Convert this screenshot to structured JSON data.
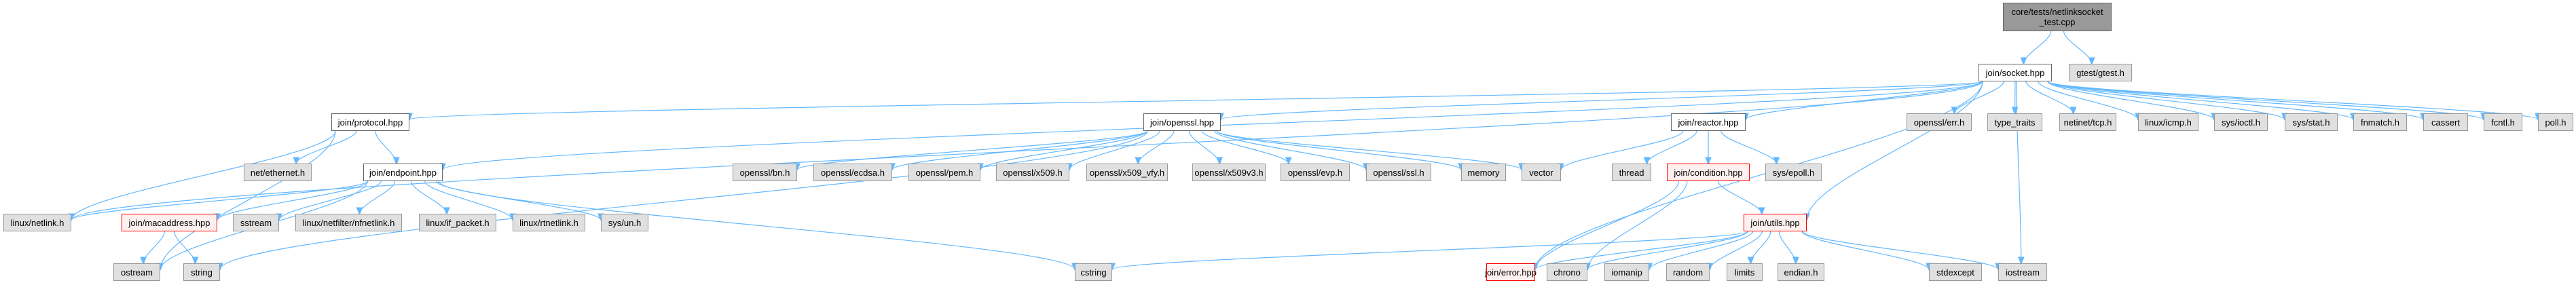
{
  "diagram": {
    "type": "include-dependency-graph",
    "root": "core/tests/netlinksocket\n_test.cpp",
    "colors": {
      "edge": "#63b8ff",
      "root_fill": "#999999",
      "external_fill": "#e0e0e0",
      "local_fill": "#ffffff",
      "missing_border": "#ff0000",
      "missing_fill": "#fff0f0"
    },
    "nodes": [
      {
        "id": "root",
        "label": "core/tests/netlinksocket\n_test.cpp",
        "kind": "root"
      },
      {
        "id": "socket",
        "label": "join/socket.hpp",
        "kind": "local"
      },
      {
        "id": "gtest",
        "label": "gtest/gtest.h",
        "kind": "ext"
      },
      {
        "id": "protocol",
        "label": "join/protocol.hpp",
        "kind": "local"
      },
      {
        "id": "openssl_hpp",
        "label": "join/openssl.hpp",
        "kind": "local"
      },
      {
        "id": "reactor",
        "label": "join/reactor.hpp",
        "kind": "local"
      },
      {
        "id": "openssl_err",
        "label": "openssl/err.h",
        "kind": "ext"
      },
      {
        "id": "type_traits",
        "label": "type_traits",
        "kind": "ext"
      },
      {
        "id": "netinet_tcp",
        "label": "netinet/tcp.h",
        "kind": "ext"
      },
      {
        "id": "linux_icmp",
        "label": "linux/icmp.h",
        "kind": "ext"
      },
      {
        "id": "sys_ioctl",
        "label": "sys/ioctl.h",
        "kind": "ext"
      },
      {
        "id": "sys_stat",
        "label": "sys/stat.h",
        "kind": "ext"
      },
      {
        "id": "fnmatch",
        "label": "fnmatch.h",
        "kind": "ext"
      },
      {
        "id": "cassert",
        "label": "cassert",
        "kind": "ext"
      },
      {
        "id": "fcntl",
        "label": "fcntl.h",
        "kind": "ext"
      },
      {
        "id": "poll",
        "label": "poll.h",
        "kind": "ext"
      },
      {
        "id": "net_ethernet",
        "label": "net/ethernet.h",
        "kind": "ext"
      },
      {
        "id": "endpoint",
        "label": "join/endpoint.hpp",
        "kind": "local"
      },
      {
        "id": "openssl_bn",
        "label": "openssl/bn.h",
        "kind": "ext"
      },
      {
        "id": "openssl_ecdsa",
        "label": "openssl/ecdsa.h",
        "kind": "ext"
      },
      {
        "id": "openssl_pem",
        "label": "openssl/pem.h",
        "kind": "ext"
      },
      {
        "id": "openssl_x509",
        "label": "openssl/x509.h",
        "kind": "ext"
      },
      {
        "id": "openssl_x509_vfy",
        "label": "openssl/x509_vfy.h",
        "kind": "ext"
      },
      {
        "id": "openssl_x509v3",
        "label": "openssl/x509v3.h",
        "kind": "ext"
      },
      {
        "id": "openssl_evp",
        "label": "openssl/evp.h",
        "kind": "ext"
      },
      {
        "id": "openssl_ssl",
        "label": "openssl/ssl.h",
        "kind": "ext"
      },
      {
        "id": "memory",
        "label": "memory",
        "kind": "ext"
      },
      {
        "id": "vector",
        "label": "vector",
        "kind": "ext"
      },
      {
        "id": "thread",
        "label": "thread",
        "kind": "ext"
      },
      {
        "id": "condition",
        "label": "join/condition.hpp",
        "kind": "missing"
      },
      {
        "id": "sys_epoll",
        "label": "sys/epoll.h",
        "kind": "ext"
      },
      {
        "id": "linux_netlink",
        "label": "linux/netlink.h",
        "kind": "ext"
      },
      {
        "id": "macaddress",
        "label": "join/macaddress.hpp",
        "kind": "missing"
      },
      {
        "id": "sstream",
        "label": "sstream",
        "kind": "ext"
      },
      {
        "id": "nfnetlink",
        "label": "linux/netfilter/nfnetlink.h",
        "kind": "ext"
      },
      {
        "id": "if_packet",
        "label": "linux/if_packet.h",
        "kind": "ext"
      },
      {
        "id": "rtnetlink",
        "label": "linux/rtnetlink.h",
        "kind": "ext"
      },
      {
        "id": "sys_un",
        "label": "sys/un.h",
        "kind": "ext"
      },
      {
        "id": "utils",
        "label": "join/utils.hpp",
        "kind": "missing"
      },
      {
        "id": "ostream",
        "label": "ostream",
        "kind": "ext"
      },
      {
        "id": "string",
        "label": "string",
        "kind": "ext"
      },
      {
        "id": "cstring",
        "label": "cstring",
        "kind": "ext"
      },
      {
        "id": "error",
        "label": "join/error.hpp",
        "kind": "missing"
      },
      {
        "id": "chrono",
        "label": "chrono",
        "kind": "ext"
      },
      {
        "id": "iomanip",
        "label": "iomanip",
        "kind": "ext"
      },
      {
        "id": "random",
        "label": "random",
        "kind": "ext"
      },
      {
        "id": "limits",
        "label": "limits",
        "kind": "ext"
      },
      {
        "id": "endian",
        "label": "endian.h",
        "kind": "ext"
      },
      {
        "id": "stdexcept",
        "label": "stdexcept",
        "kind": "ext"
      },
      {
        "id": "iostream",
        "label": "iostream",
        "kind": "ext"
      }
    ],
    "edges": [
      [
        "root",
        "socket"
      ],
      [
        "root",
        "gtest"
      ],
      [
        "socket",
        "protocol"
      ],
      [
        "socket",
        "openssl_hpp"
      ],
      [
        "socket",
        "reactor"
      ],
      [
        "socket",
        "openssl_err"
      ],
      [
        "socket",
        "type_traits"
      ],
      [
        "socket",
        "netinet_tcp"
      ],
      [
        "socket",
        "linux_icmp"
      ],
      [
        "socket",
        "sys_ioctl"
      ],
      [
        "socket",
        "sys_stat"
      ],
      [
        "socket",
        "fnmatch"
      ],
      [
        "socket",
        "cassert"
      ],
      [
        "socket",
        "fcntl"
      ],
      [
        "socket",
        "poll"
      ],
      [
        "socket",
        "endpoint"
      ],
      [
        "socket",
        "utils"
      ],
      [
        "socket",
        "error"
      ],
      [
        "socket",
        "iostream"
      ],
      [
        "socket",
        "linux_netlink"
      ],
      [
        "protocol",
        "net_ethernet"
      ],
      [
        "protocol",
        "endpoint"
      ],
      [
        "protocol",
        "linux_netlink"
      ],
      [
        "protocol",
        "ostream"
      ],
      [
        "endpoint",
        "linux_netlink"
      ],
      [
        "endpoint",
        "macaddress"
      ],
      [
        "endpoint",
        "sstream"
      ],
      [
        "endpoint",
        "nfnetlink"
      ],
      [
        "endpoint",
        "if_packet"
      ],
      [
        "endpoint",
        "rtnetlink"
      ],
      [
        "endpoint",
        "sys_un"
      ],
      [
        "endpoint",
        "cstring"
      ],
      [
        "endpoint",
        "ostream"
      ],
      [
        "macaddress",
        "ostream"
      ],
      [
        "macaddress",
        "string"
      ],
      [
        "openssl_hpp",
        "openssl_bn"
      ],
      [
        "openssl_hpp",
        "openssl_ecdsa"
      ],
      [
        "openssl_hpp",
        "openssl_pem"
      ],
      [
        "openssl_hpp",
        "openssl_x509"
      ],
      [
        "openssl_hpp",
        "openssl_x509_vfy"
      ],
      [
        "openssl_hpp",
        "openssl_x509v3"
      ],
      [
        "openssl_hpp",
        "openssl_evp"
      ],
      [
        "openssl_hpp",
        "openssl_ssl"
      ],
      [
        "openssl_hpp",
        "memory"
      ],
      [
        "openssl_hpp",
        "vector"
      ],
      [
        "openssl_hpp",
        "string"
      ],
      [
        "reactor",
        "vector"
      ],
      [
        "reactor",
        "thread"
      ],
      [
        "reactor",
        "condition"
      ],
      [
        "reactor",
        "sys_epoll"
      ],
      [
        "condition",
        "utils"
      ],
      [
        "condition",
        "error"
      ],
      [
        "condition",
        "chrono"
      ],
      [
        "utils",
        "cstring"
      ],
      [
        "utils",
        "error"
      ],
      [
        "utils",
        "chrono"
      ],
      [
        "utils",
        "iomanip"
      ],
      [
        "utils",
        "random"
      ],
      [
        "utils",
        "limits"
      ],
      [
        "utils",
        "endian"
      ],
      [
        "utils",
        "stdexcept"
      ],
      [
        "utils",
        "iostream"
      ]
    ]
  }
}
